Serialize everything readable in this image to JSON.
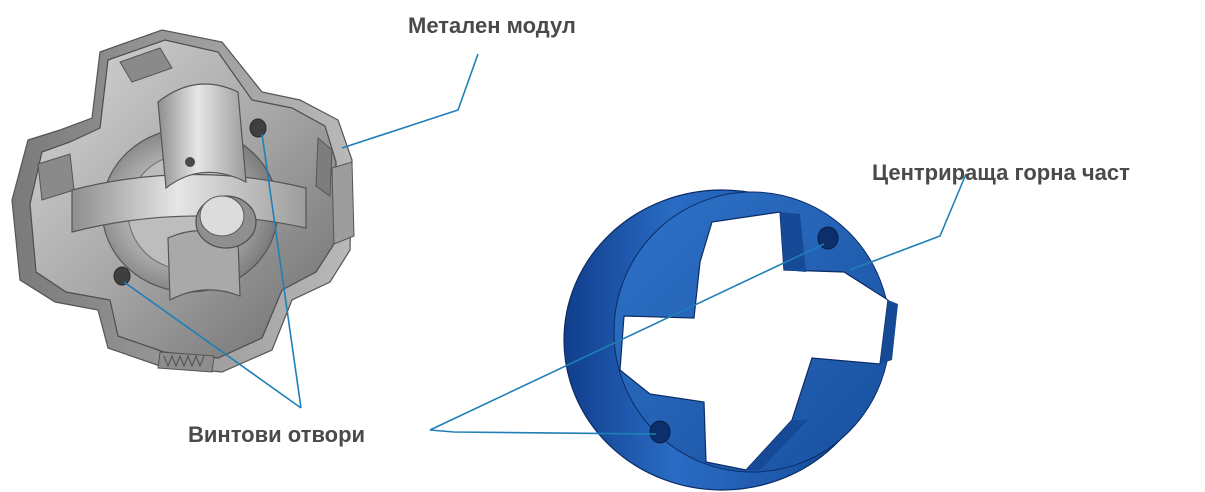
{
  "labels": {
    "metal_module": "Метален модул",
    "centering_top": "Центрираща горна част",
    "screw_holes": "Винтови отвори"
  },
  "colors": {
    "leader_line": "#1f7fb6",
    "label_text": "#4a4a4a",
    "ring_blue": "#1f5fb3",
    "ring_blue_dark": "#0f3f8a",
    "metal_light": "#c4c4c4",
    "metal_mid": "#9a9a9a",
    "metal_dark": "#5e5e5e"
  }
}
